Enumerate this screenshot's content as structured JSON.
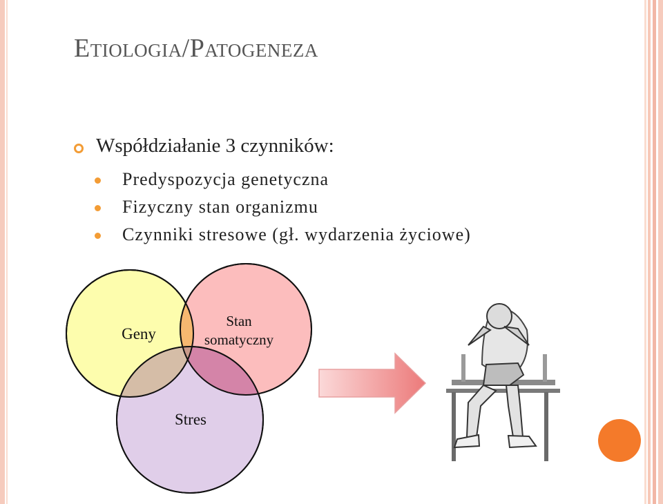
{
  "slide": {
    "title": "Etiologia/Patogeneza",
    "main_bullet": "Współdziałanie 3 czynników:",
    "sub_bullets": [
      "Predyspozycja genetyczna",
      "Fizyczny stan organizmu",
      "Czynniki stresowe (gł. wydarzenia życiowe)"
    ]
  },
  "venn": {
    "circles": [
      {
        "label": "Geny",
        "color": "#fdfdad"
      },
      {
        "label_line1": "Stan",
        "label_line2": "somatyczny",
        "color": "#fbb1b1"
      },
      {
        "label": "Stres",
        "color": "#d8c2e4"
      }
    ]
  },
  "illustration": {
    "icon": "distressed-man-sitting-icon"
  },
  "colors": {
    "accent": "#f39c35",
    "orange_dot": "#f47a2a",
    "arrow": "#ec7a7a"
  }
}
